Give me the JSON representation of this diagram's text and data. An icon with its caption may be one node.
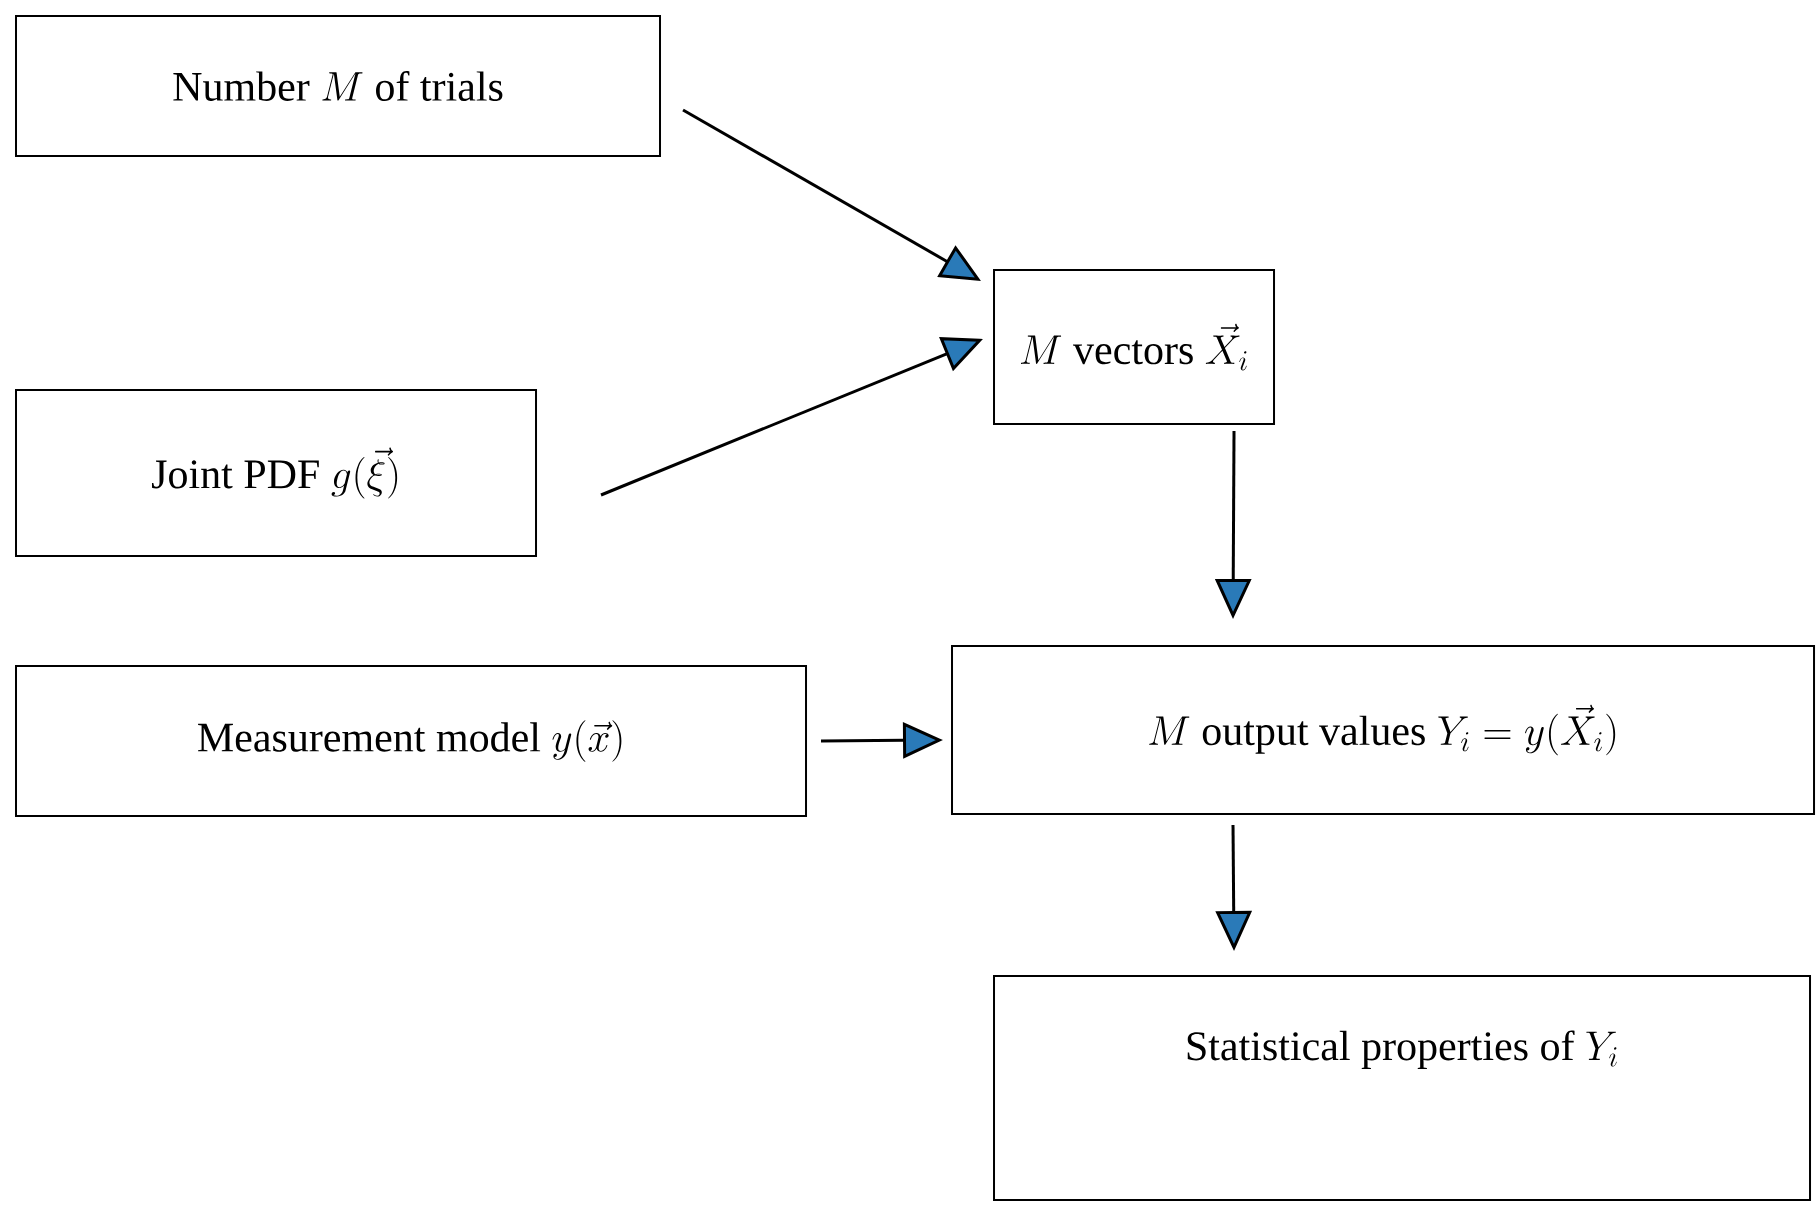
{
  "diagram": {
    "nodes": [
      {
        "text": [
          "\\text{Number } M \\text{ of trials}"
        ]
      },
      {
        "text": [
          "\\text{Joint PDF } g(\\vec{\\xi})"
        ]
      },
      {
        "text": [
          "\\text{Measurement model } y(\\vec{x})"
        ]
      },
      {
        "text": [
          "M \\text{ vectors } \\vec{X}_i"
        ]
      },
      {
        "text": [
          "M \\text{ output values } Y_i = y(\\vec{X}_i)"
        ]
      },
      {
        "text": [
          "\\text{Statistical properties of } Y_i"
        ]
      }
    ],
    "edges": [
      {
        "from": 0,
        "to": 3,
        "arrow": "to"
      },
      {
        "from": 1,
        "to": 3,
        "arrow": "to"
      },
      {
        "from": 3,
        "to": 4,
        "arrow": "to"
      },
      {
        "from": 2,
        "to": 4,
        "arrow": "to"
      },
      {
        "from": 4,
        "to": 5,
        "arrow": "to"
      }
    ]
  }
}
